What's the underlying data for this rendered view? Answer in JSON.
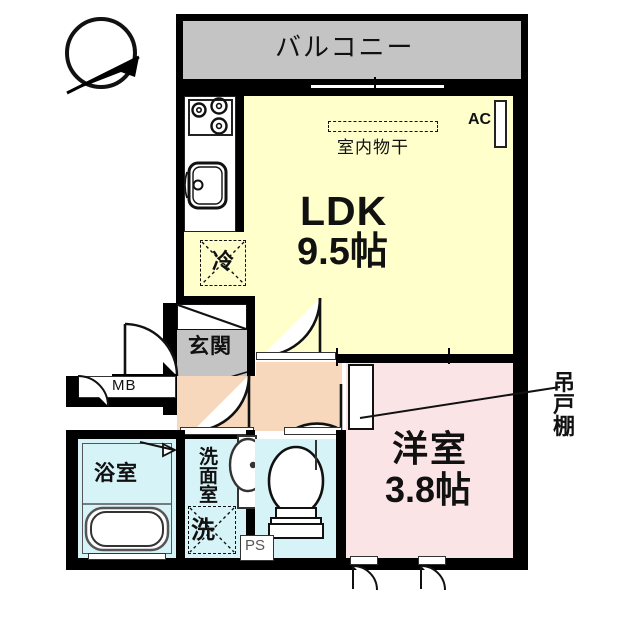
{
  "plan": {
    "type": "japanese-floor-plan",
    "unit": "帖 (jo / tatami mats)",
    "compass": "north-arrow-icon"
  },
  "rooms": [
    {
      "id": "balcony",
      "name": "バルコニー",
      "area": "",
      "color": "#c4c4c4"
    },
    {
      "id": "ldk",
      "name": "LDK",
      "area": "9.5帖",
      "color": "#ffffcc"
    },
    {
      "id": "bedroom",
      "name": "洋室",
      "area": "3.8帖",
      "color": "#fbe4e6"
    },
    {
      "id": "genkan",
      "name": "玄関",
      "area": "",
      "color": "#c4c4c4"
    },
    {
      "id": "bath",
      "name": "浴室",
      "area": "",
      "color": "#d6f3f7"
    },
    {
      "id": "washroom",
      "name": "洗面室",
      "area": "",
      "color": "#d6f3f7"
    },
    {
      "id": "toilet",
      "name": "",
      "area": "",
      "color": "#d6f3f7"
    },
    {
      "id": "hallway",
      "name": "",
      "area": "",
      "color": "#f8d8bd"
    }
  ],
  "labels": {
    "balcony": "バルコニー",
    "ldk_name": "LDK",
    "ldk_area": "9.5帖",
    "indoor_drying": "室内物干",
    "ac": "AC",
    "fridge": "冷",
    "genkan": "玄関",
    "meter_box": "MB",
    "bath": "浴室",
    "washroom": "洗面室",
    "washer": "洗",
    "pipe_shaft": "PS",
    "bedroom_name": "洋室",
    "bedroom_area": "3.8帖",
    "hanging_cupboard": "吊戸棚"
  },
  "fixtures": [
    {
      "id": "stove",
      "name": "three-burner-stove",
      "room": "ldk"
    },
    {
      "id": "sink",
      "name": "kitchen-sink",
      "room": "ldk"
    },
    {
      "id": "fridge",
      "name": "refrigerator-space",
      "room": "ldk"
    },
    {
      "id": "bathtub",
      "name": "bathtub",
      "room": "bath"
    },
    {
      "id": "vanity",
      "name": "vanity-sink",
      "room": "washroom"
    },
    {
      "id": "washer",
      "name": "washing-machine-space",
      "room": "washroom"
    },
    {
      "id": "toiletwc",
      "name": "toilet-bowl",
      "room": "toilet"
    },
    {
      "id": "shoebox",
      "name": "shoe-cabinet",
      "room": "genkan"
    },
    {
      "id": "drying",
      "name": "indoor-drying-rack",
      "room": "ldk"
    },
    {
      "id": "acunit",
      "name": "air-conditioner-outlet",
      "room": "ldk"
    }
  ],
  "colors": {
    "wall": "#000000",
    "ldk": "#ffffcc",
    "bedroom": "#fbe4e6",
    "balcony": "#c4c4c4",
    "genkan": "#c4c4c4",
    "wet_area": "#d6f3f7",
    "hallway": "#f8d8bd",
    "background": "#ffffff"
  }
}
